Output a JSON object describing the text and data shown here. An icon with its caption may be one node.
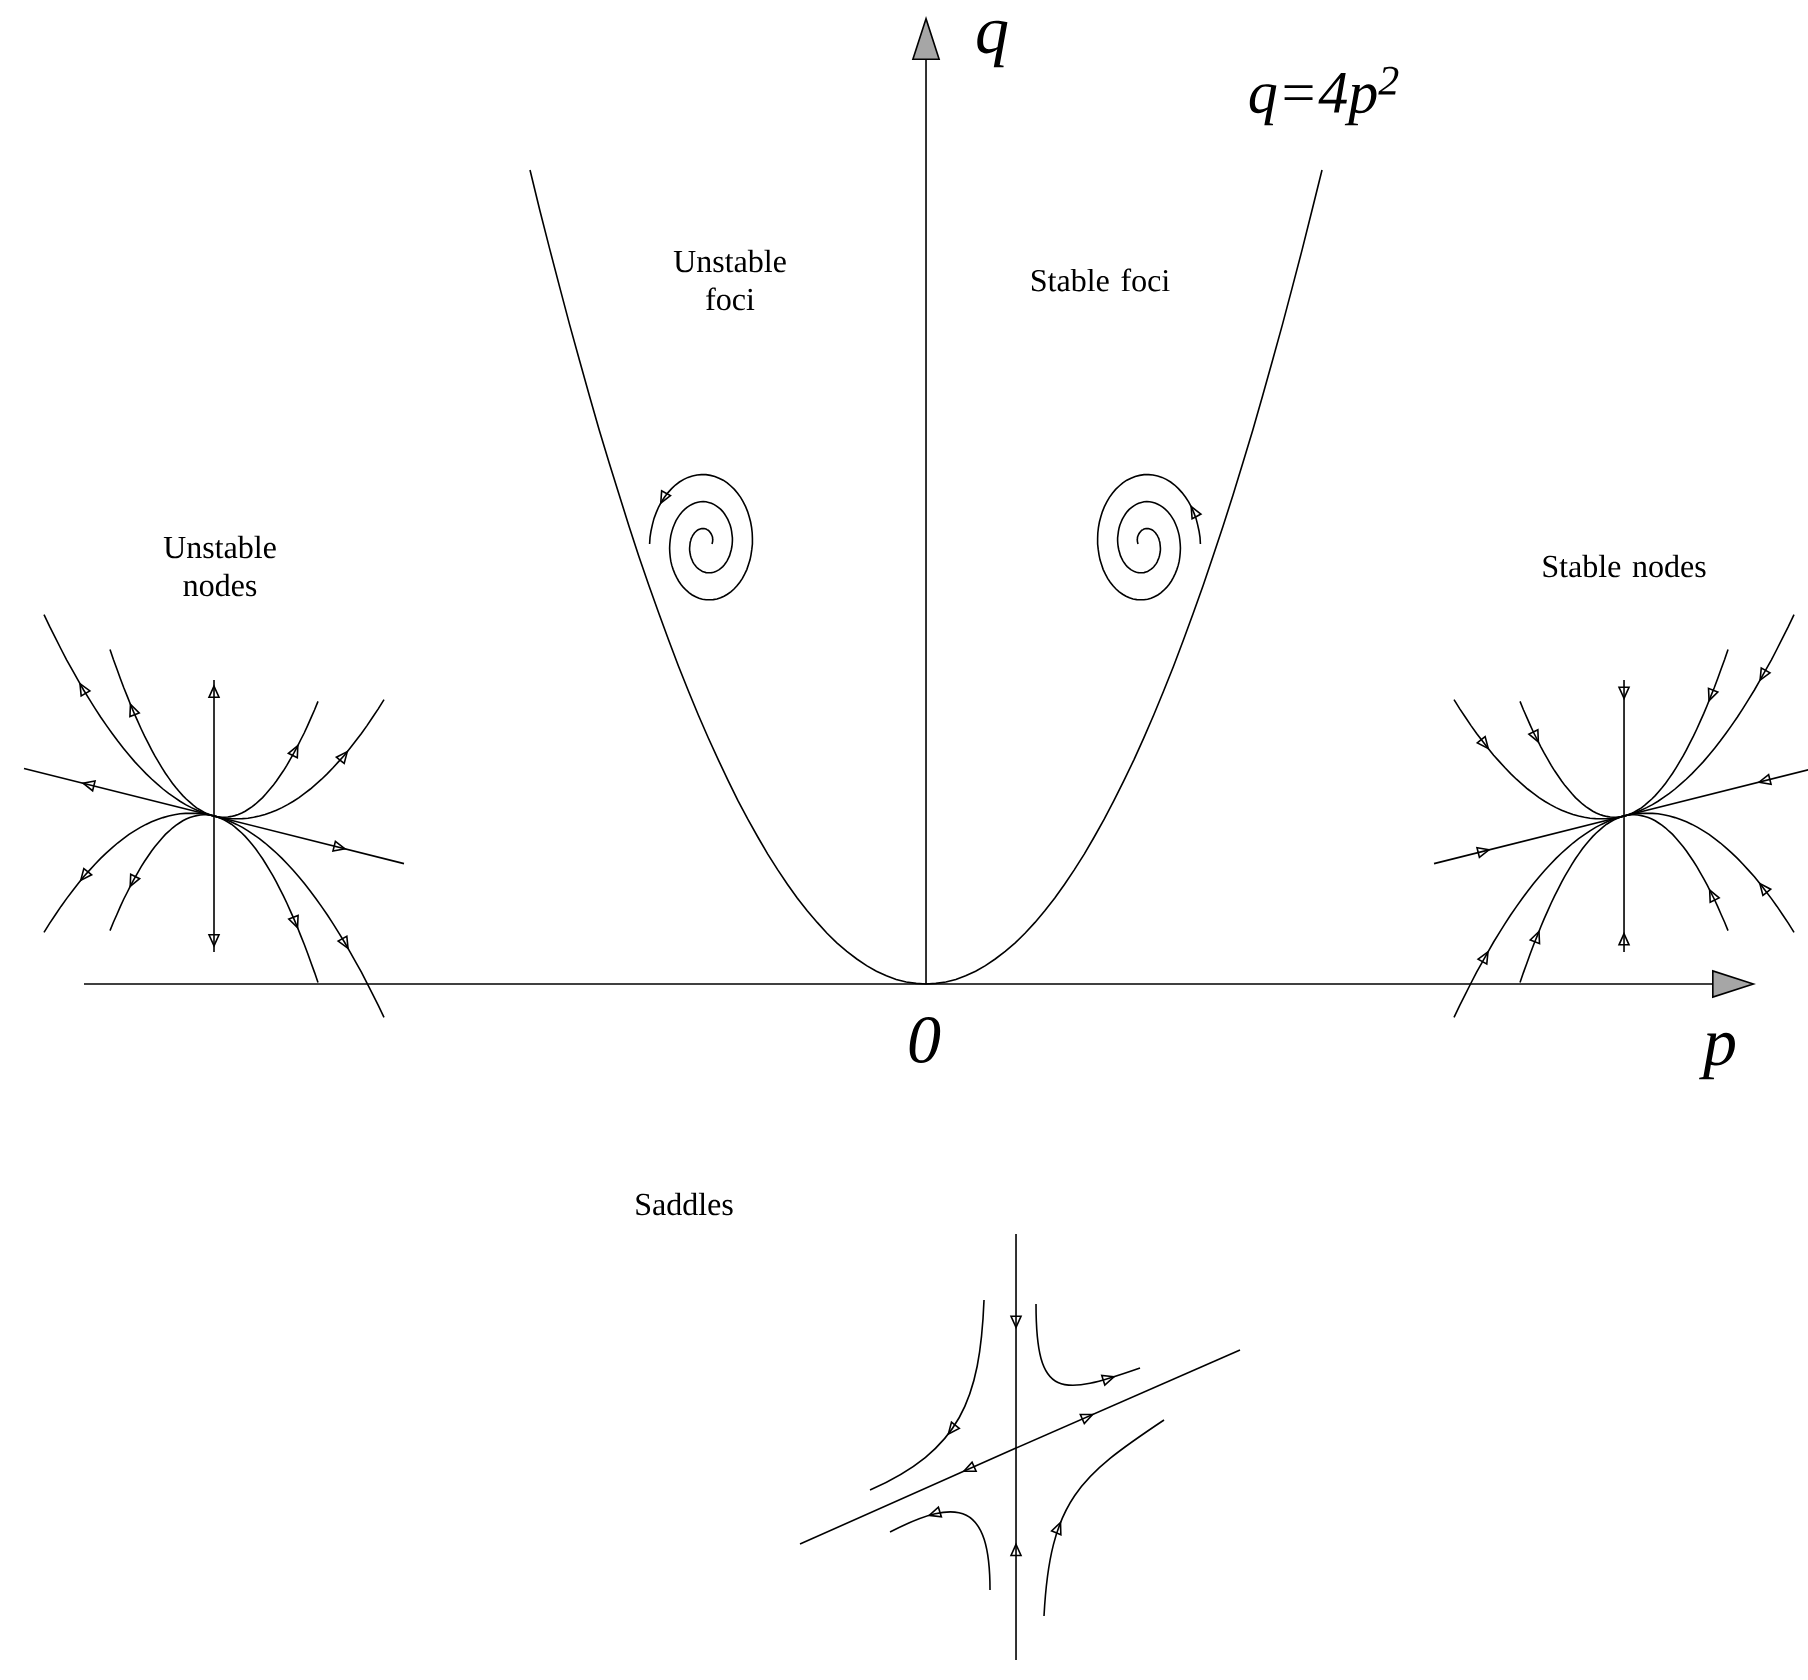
{
  "diagram": {
    "labels": [
      "q",
      "q=4p$^{2}$",
      "Unstable foci",
      "Stable foci",
      "Unstable nodes",
      "Stable nodes",
      "0",
      "p",
      "Saddles"
    ]
  }
}
